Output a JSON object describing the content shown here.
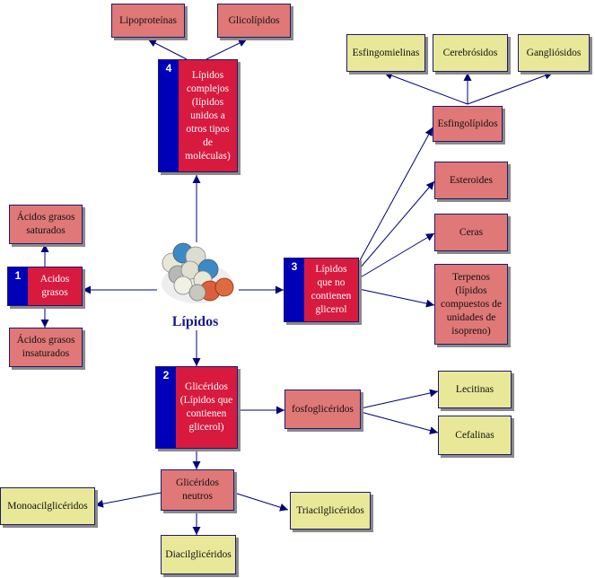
{
  "center": {
    "title": "Lípidos",
    "icon": "lipid-molecule-icon"
  },
  "main_nodes": [
    {
      "number": "1",
      "label": "Acidos grasos"
    },
    {
      "number": "2",
      "label": "Glicéridos (Lípidos que contienen glicerol)"
    },
    {
      "number": "3",
      "label": "Lípidos que no contienen glicerol"
    },
    {
      "number": "4",
      "label": "Lípidos complejos (lípidos unidos a otros tipos de moléculas)"
    }
  ],
  "nodes": {
    "lipoproteinas": "Lipoproteínas",
    "glicolipidos": "Glicolípidos",
    "esfingomielinas": "Esfingomielinas",
    "cerebrosidos": "Cerebrósidos",
    "gangliosidos": "Gangliósidos",
    "esfingolipidos": "Esfingolípidos",
    "esteroides": "Esteroides",
    "ceras": "Ceras",
    "terpenos": "Terpenos (lípidos compuestos de unidades de isopreno)",
    "acidos_saturados": "Ácidos grasos saturados",
    "acidos_insaturados": "Ácidos grasos insaturados",
    "fosfogliceridos": "fosfoglicéridos",
    "lecitinas": "Lecitinas",
    "cefalinas": "Cefalinas",
    "gliceridos_neutros": "Glicéridos neutros",
    "monoacilgliceridos": "Monoacilglicéridos",
    "triacilgliceridos": "Triacilglicéridos",
    "diacilgliceridos": "Diacilglicéridos"
  },
  "colors": {
    "main_box": "#d81a3e",
    "number_bar": "#0000b8",
    "pink_box": "#e07878",
    "yellow_box": "#e8e898",
    "arrow": "#00007a",
    "title": "#1a1a8e"
  }
}
